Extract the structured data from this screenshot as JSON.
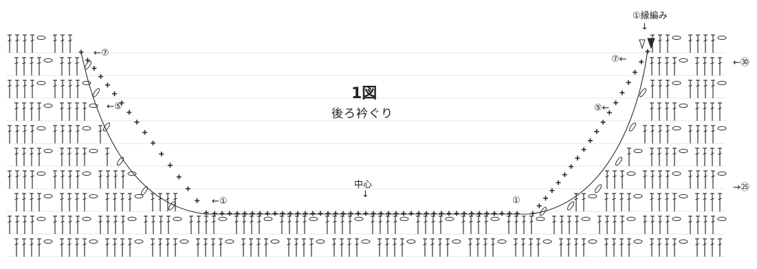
{
  "diagram": {
    "title": "1図",
    "subtitle": "後ろ衿ぐり",
    "center_label": "中心",
    "edging_label": "①縁編み",
    "arrow_down": "↓",
    "row_markers": {
      "left_row7": "←⑦",
      "left_row5": "←⑤",
      "left_row1": "←①",
      "right_row7": "⑦←",
      "right_row5": "⑤←",
      "right_row1": "①",
      "right_row30": "←㉚",
      "right_row25": "→㉕"
    },
    "colors": {
      "ink": "#2a2a2a",
      "background": "#ffffff"
    }
  }
}
